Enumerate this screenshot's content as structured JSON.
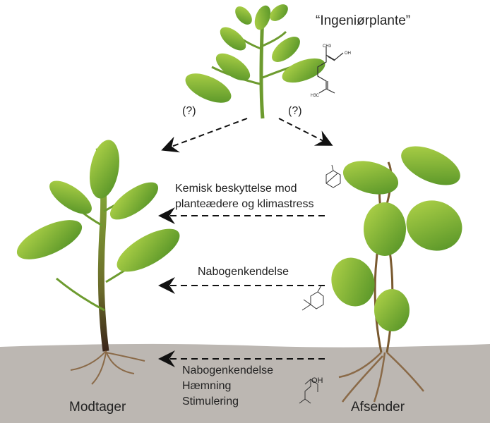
{
  "title": "“Ingeniørplante”",
  "question_left": "(?)",
  "question_right": "(?)",
  "arrow1": {
    "line1": "Kemisk beskyttelse mod",
    "line2": "planteædere og klimastress"
  },
  "arrow2": {
    "label": "Nabogenkendelse"
  },
  "arrow3": {
    "lines": [
      "Nabogenkendelse",
      "Hæmning",
      "Stimulering"
    ]
  },
  "receiver_label": "Modtager",
  "sender_label": "Afsender",
  "molecule_labels": {
    "ch3": "CH3",
    "oh": "OH",
    "h3c": "H3C"
  },
  "colors": {
    "soil": "#bcb7b2",
    "leaf": "#7db93a",
    "leaf_dark": "#4f8f25",
    "root": "#8a6a48"
  }
}
